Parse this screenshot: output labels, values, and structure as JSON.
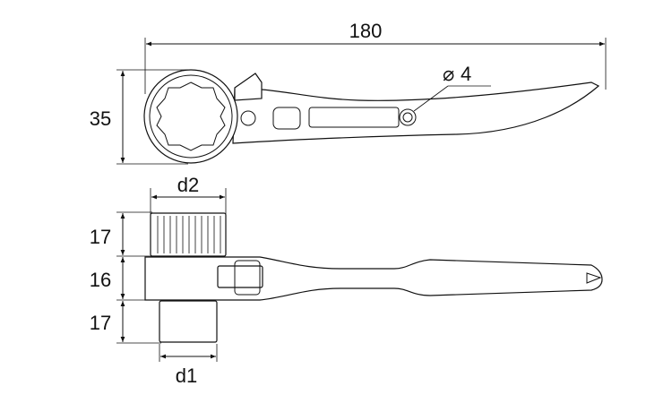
{
  "dimensions": {
    "overall_length": "180",
    "head_height": "35",
    "hole_diameter_symbol": "⌀",
    "hole_diameter_value": "4",
    "top_height": "17",
    "middle_height": "16",
    "bottom_height": "17",
    "d2_label": "d2",
    "d1_label": "d1"
  },
  "colors": {
    "line": "#111111",
    "background": "#ffffff"
  }
}
